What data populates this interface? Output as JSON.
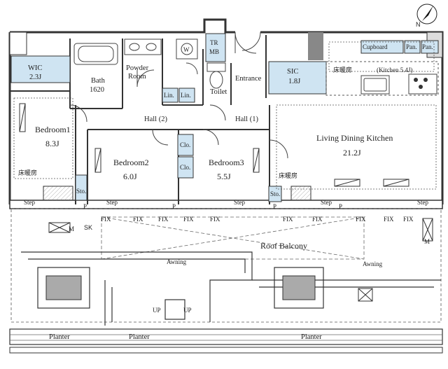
{
  "rooms": {
    "wic": {
      "name": "WIC",
      "size": "2.3J"
    },
    "bath": {
      "name": "Bath",
      "size": "1620"
    },
    "powder": {
      "line1": "Powder",
      "line2": "Room"
    },
    "wc": "W",
    "tr": "TR",
    "mb": "MB",
    "lin1": "Lin.",
    "lin2": "Lin.",
    "toilet": "Toilet",
    "entrance": "Entrance",
    "sic": {
      "name": "SIC",
      "size": "1.8J"
    },
    "cupboard": "Cupboard",
    "pan1": "Pan.",
    "pan2": "Pan.",
    "heater_kitchen": "床暖房",
    "kitchen": "(Kitchen 5.4J)",
    "hall2": "Hall (2)",
    "hall1": "Hall (1)",
    "bedroom1": {
      "name": "Bedroom1",
      "size": "8.3J"
    },
    "heater_bed1": "床暖房",
    "bedroom2": {
      "name": "Bedroom2",
      "size": "6.0J"
    },
    "bedroom3": {
      "name": "Bedroom3",
      "size": "5.5J"
    },
    "clo1": "Clo.",
    "clo2": "Clo.",
    "sto1": "Sto.",
    "sto2": "Sto.",
    "ldk": {
      "name": "Living Dining Kitchen",
      "size": "21.2J"
    },
    "heater_ldk": "床暖房"
  },
  "exterior": {
    "steps": [
      "Step",
      "Step",
      "Step",
      "Step",
      "Step"
    ],
    "p_marks": [
      "P",
      "P",
      "P",
      "P"
    ],
    "fix": [
      "FIX",
      "FIX",
      "FIX",
      "FIX",
      "FIX",
      "FIX",
      "FIX",
      "FIX",
      "FIX",
      "FIX"
    ],
    "roof_balcony": "Roof Balcony",
    "awning1": "Awning",
    "awning2": "Awning",
    "up1": "UP",
    "up2": "UP",
    "sk": "SK",
    "m1": "M",
    "m2": "M",
    "planters": [
      "Planter",
      "Planter",
      "Planter"
    ]
  },
  "compass": "N",
  "colors": {
    "storage": "#cfe4f2",
    "wall": "#333333",
    "dash": "#555555"
  }
}
